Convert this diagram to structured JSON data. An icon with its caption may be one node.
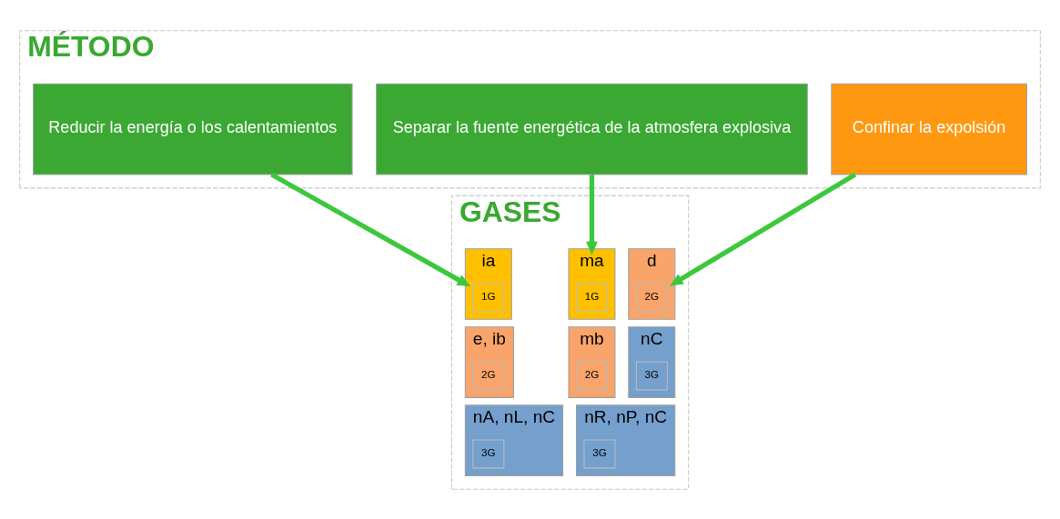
{
  "diagram": {
    "nodes": [
      {
        "text": [
          "MÉTODO"
        ]
      },
      {
        "text": [
          "Confinar la expolsión"
        ],
        "in": 0
      },
      {
        "text": [
          "Separar la fuente energética de la atmosfera explosiva"
        ],
        "in": 0
      },
      {
        "text": [
          "Reducir la energía o los calentamientos"
        ],
        "in": 0
      },
      {
        "text": [
          "GASES"
        ]
      },
      {
        "text": [
          "d"
        ],
        "in": 4
      },
      {
        "text": [
          "2G"
        ],
        "in": 5
      },
      {
        "text": [
          "nC"
        ],
        "in": 4
      },
      {
        "text": [
          "3G"
        ],
        "in": 7
      },
      {
        "text": [
          "ma"
        ],
        "in": 4
      },
      {
        "text": [
          "1G"
        ],
        "in": 9
      },
      {
        "text": [
          "mb"
        ],
        "in": 4
      },
      {
        "text": [
          "2G"
        ],
        "in": 11
      },
      {
        "text": [
          "nR, nP, nC"
        ],
        "in": 4
      },
      {
        "text": [
          "3G"
        ],
        "in": 13
      },
      {
        "text": [
          "ia"
        ],
        "in": 4
      },
      {
        "text": [
          "1G"
        ],
        "in": 15
      },
      {
        "text": [
          "e, ib"
        ],
        "in": 4
      },
      {
        "text": [
          "2G"
        ],
        "in": 17
      },
      {
        "text": [
          "nA, nL, nC"
        ],
        "in": 4
      },
      {
        "text": [
          "3G"
        ],
        "in": 19
      }
    ],
    "edges": [
      {
        "from": 1,
        "to": 5,
        "arrow": "to"
      },
      {
        "from": 2,
        "to": 9,
        "arrow": "to"
      },
      {
        "from": 3,
        "to": 15,
        "arrow": "to"
      }
    ]
  }
}
